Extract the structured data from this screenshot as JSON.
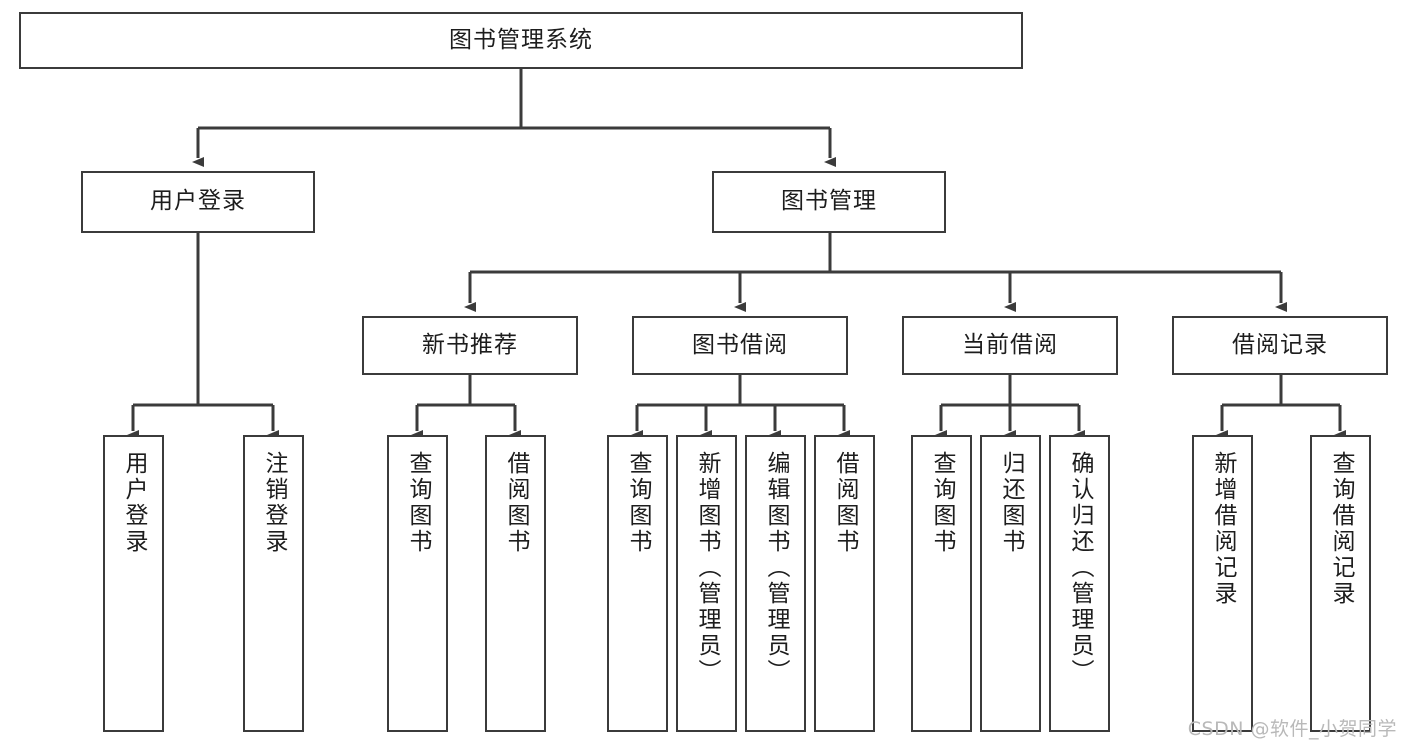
{
  "diagram": {
    "title": "图书管理系统",
    "watermark": "CSDN @软件_小贺同学",
    "colors": {
      "background": "#ffffff",
      "box_border": "#3b3b3b",
      "box_fill": "#ffffff",
      "connector": "#3b3b3b",
      "text": "#1d1d1d",
      "watermark": "#b9b9b9"
    },
    "root": {
      "label": "图书管理系统"
    },
    "level2": [
      {
        "label": "用户登录"
      },
      {
        "label": "图书管理"
      }
    ],
    "level3": [
      {
        "label": "新书推荐"
      },
      {
        "label": "图书借阅"
      },
      {
        "label": "当前借阅"
      },
      {
        "label": "借阅记录"
      }
    ],
    "leaves": {
      "user_login": [
        {
          "label": "用户登录"
        },
        {
          "label": "注销登录"
        }
      ],
      "new_book_recommend": [
        {
          "label": "查询图书"
        },
        {
          "label": "借阅图书"
        }
      ],
      "book_borrow": [
        {
          "label": "查询图书"
        },
        {
          "label": "新增图书（管理员）"
        },
        {
          "label": "编辑图书（管理员）"
        },
        {
          "label": "借阅图书"
        }
      ],
      "current_borrow": [
        {
          "label": "查询图书"
        },
        {
          "label": "归还图书"
        },
        {
          "label": "确认归还（管理员）"
        }
      ],
      "borrow_record": [
        {
          "label": "新增借阅记录"
        },
        {
          "label": "查询借阅记录"
        }
      ]
    }
  }
}
